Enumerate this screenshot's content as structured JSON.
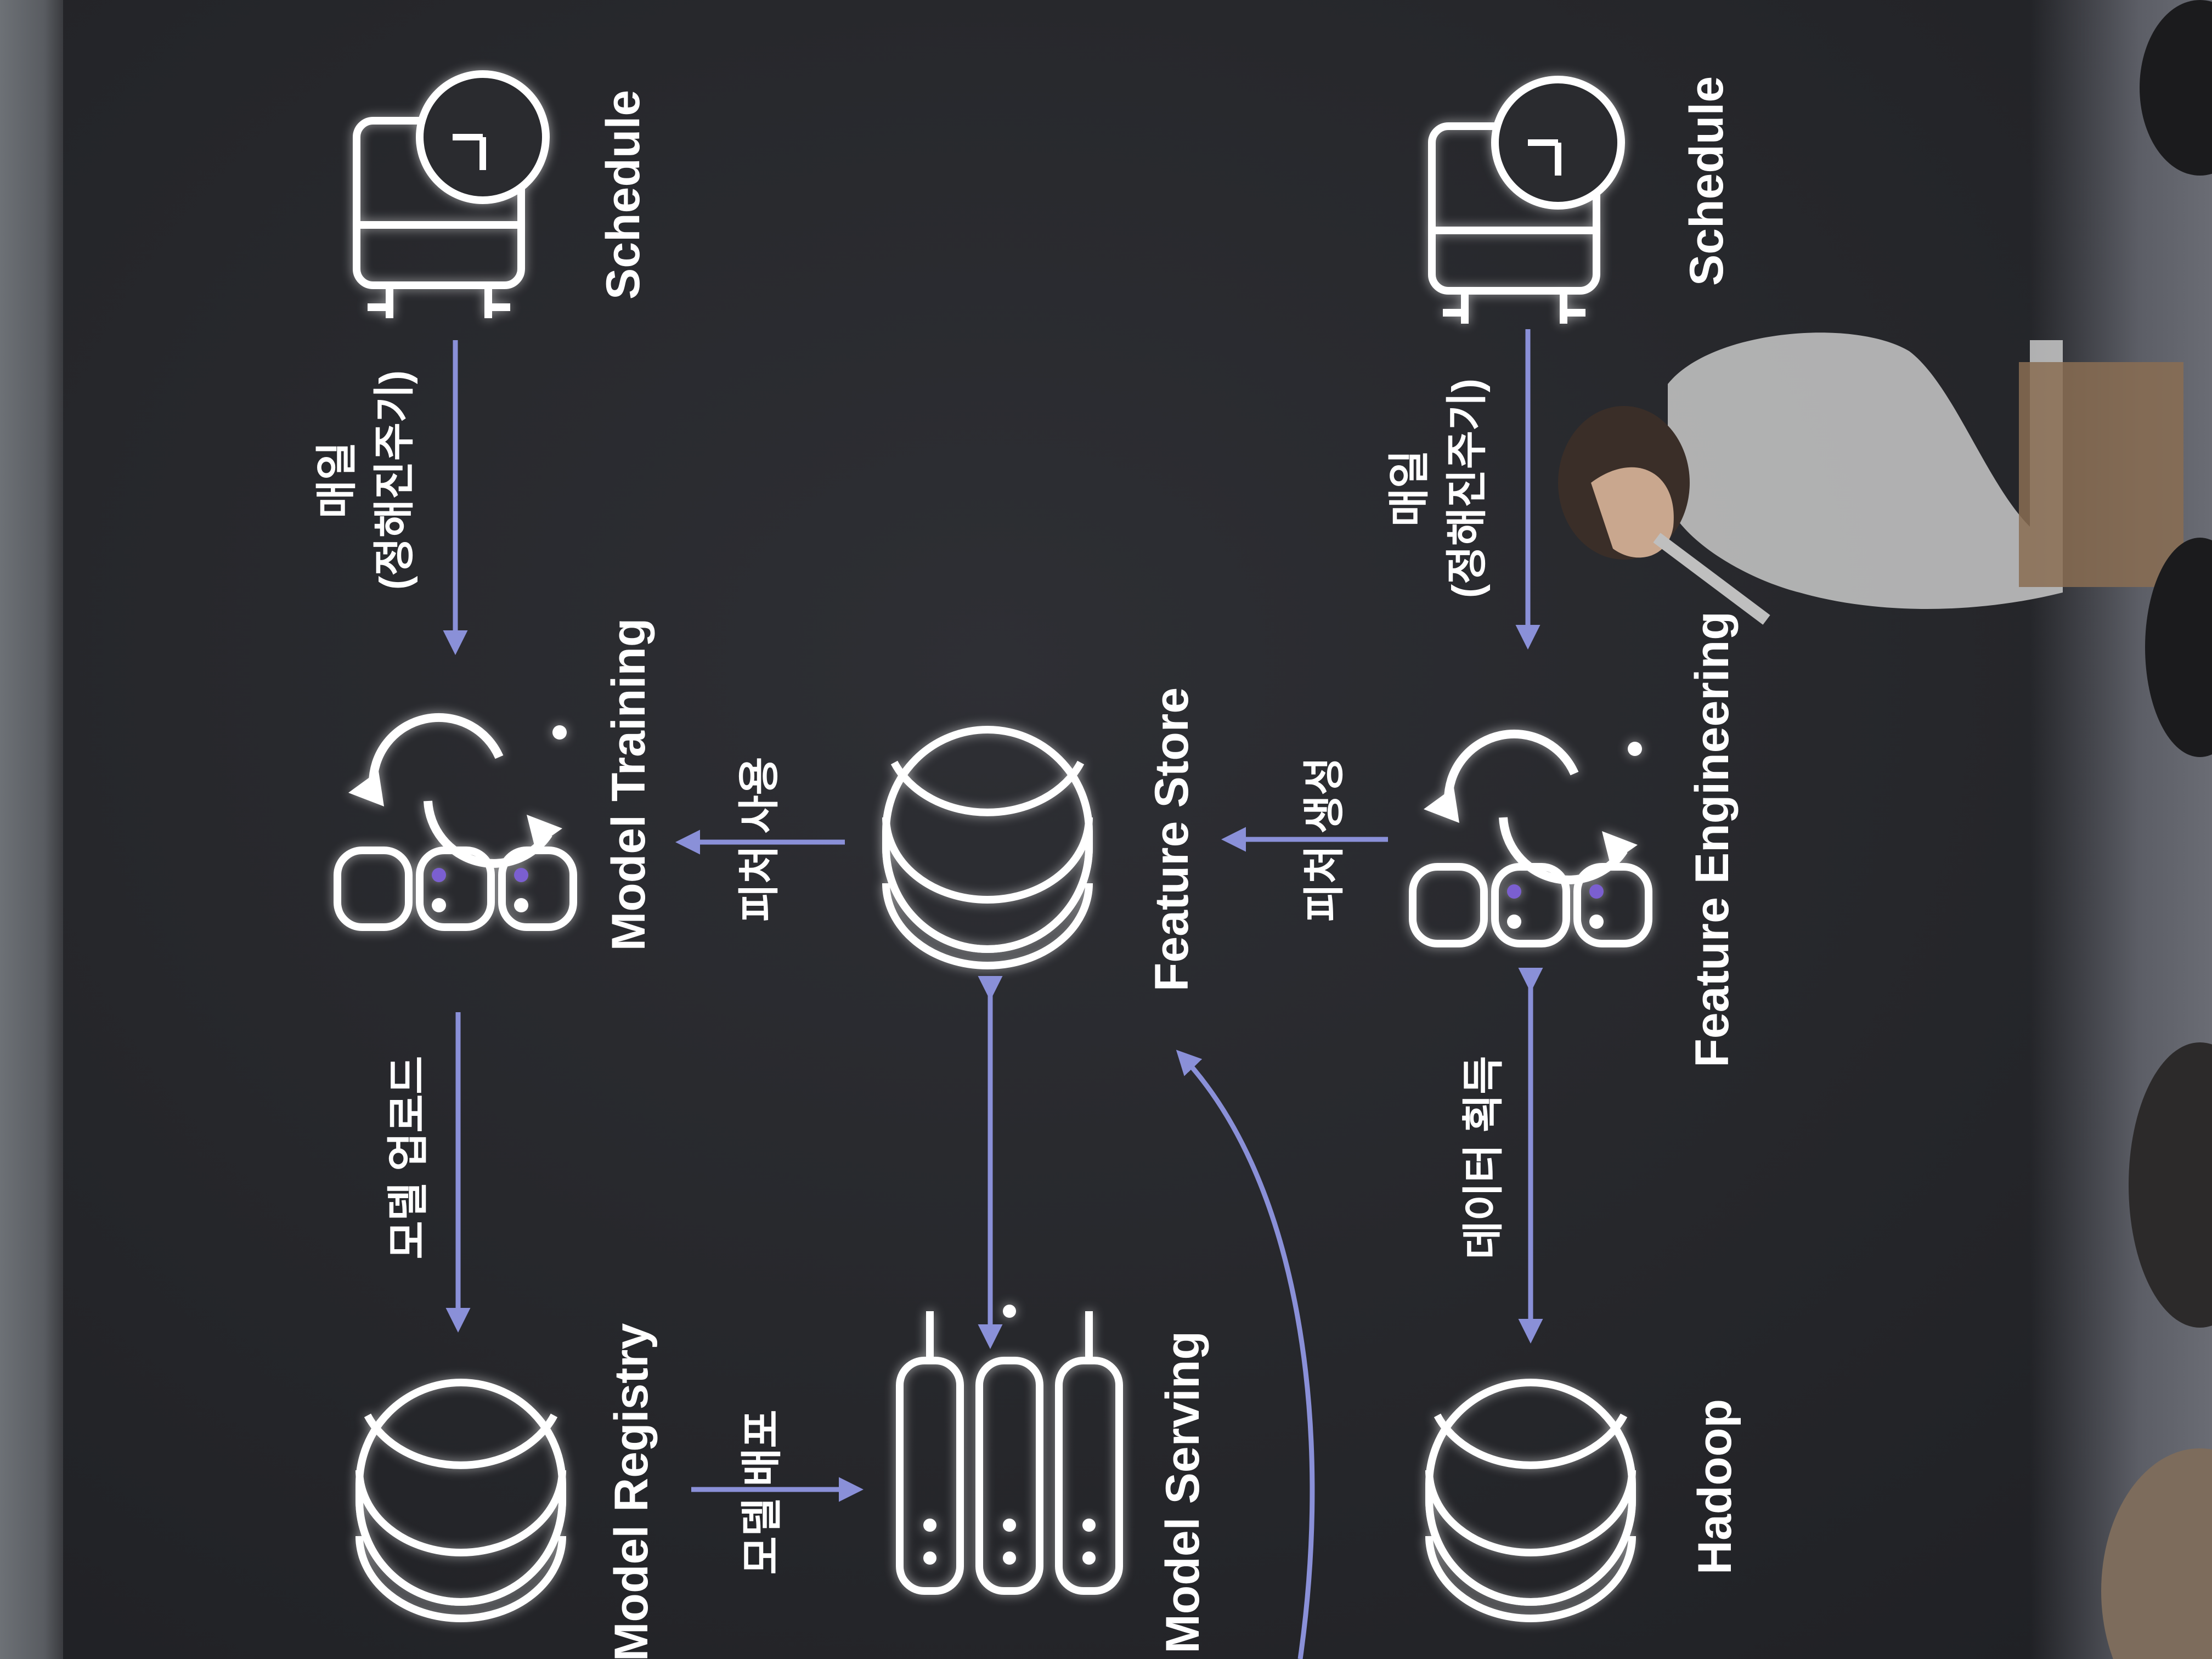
{
  "diagram": {
    "nodes": {
      "schedule_top": {
        "label": "Schedule",
        "icon": "calendar-clock-icon"
      },
      "model_training": {
        "label": "Model Training",
        "icon": "server-refresh-icon"
      },
      "model_registry": {
        "label": "Model Registry",
        "icon": "database-icon"
      },
      "feature_store": {
        "label": "Feature Store",
        "icon": "database-icon"
      },
      "model_serving": {
        "label": "Model Serving",
        "icon": "server-stack-icon"
      },
      "schedule_bottom": {
        "label": "Schedule",
        "icon": "calendar-clock-icon"
      },
      "feature_engineering": {
        "label": "Feature Engineering",
        "icon": "server-refresh-icon"
      },
      "hadoop": {
        "label": "Hadoop",
        "icon": "database-icon"
      }
    },
    "edges": {
      "daily_top": {
        "line1": "매일",
        "line2": "(정해진주기)"
      },
      "model_upload": {
        "label": "모델 업로드"
      },
      "feature_use": {
        "label": "피처 사용"
      },
      "model_deploy": {
        "label": "모델 배포"
      },
      "daily_bottom": {
        "line1": "매일",
        "line2": "(정해진주기)"
      },
      "feature_generate": {
        "label": "피처 생성"
      },
      "data_acquire": {
        "label": "데이터 획득"
      }
    },
    "colors": {
      "background": "#26272b",
      "icon_stroke": "#ffffff",
      "arrow": "#8a90d8",
      "accent_dots": "#7b5fd0"
    }
  }
}
